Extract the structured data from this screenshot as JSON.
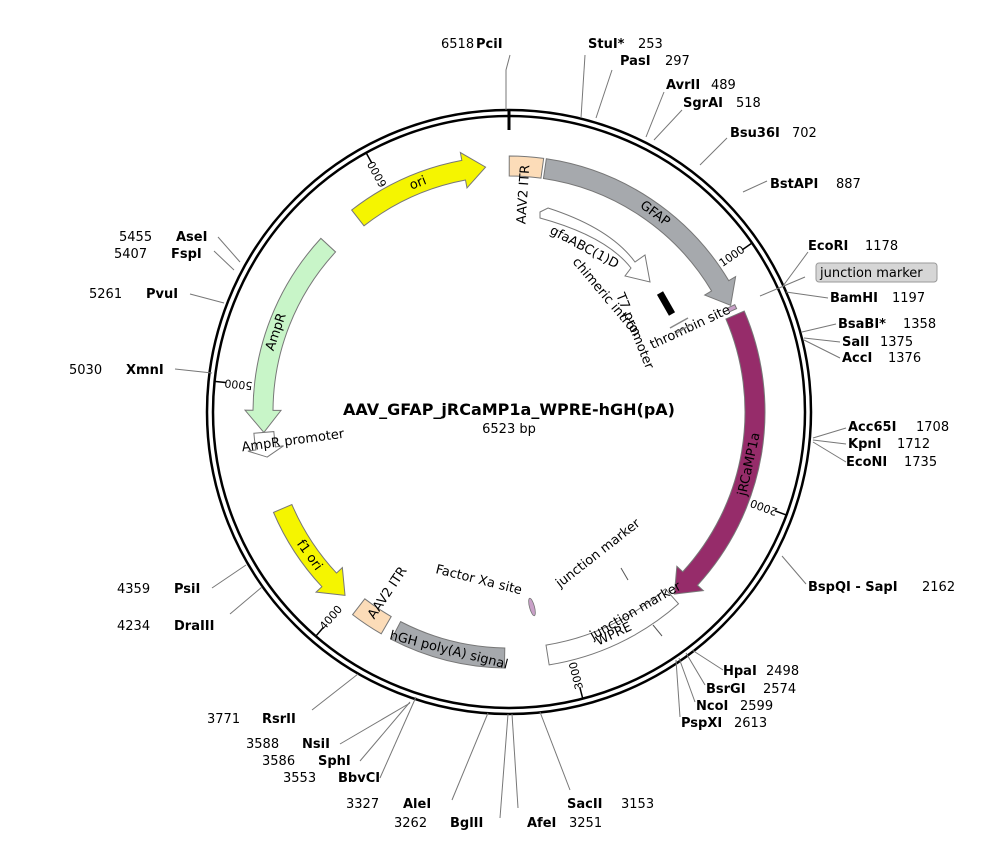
{
  "map": {
    "name": "AAV_GFAP_jRCaMP1a_WPRE-hGH(pA)",
    "length_label": "6523 bp",
    "total_bp": 6523
  },
  "ruler_ticks": [
    {
      "bp": 1000,
      "label": "1000"
    },
    {
      "bp": 2000,
      "label": "2000"
    },
    {
      "bp": 3000,
      "label": "3000"
    },
    {
      "bp": 4000,
      "label": "4000"
    },
    {
      "bp": 5000,
      "label": "5000"
    },
    {
      "bp": 6000,
      "label": "6000"
    }
  ],
  "features": [
    {
      "name": "AAV2 ITR",
      "start": 1,
      "end": 141,
      "color": "#fcdcb8",
      "arrow": false,
      "reverse": false
    },
    {
      "name": "GFAP",
      "start": 152,
      "end": 1165,
      "color": "#a6a9ad",
      "arrow": true,
      "reverse": false
    },
    {
      "name": "thrombin site",
      "start": 1170,
      "end": 1188,
      "color": "#c9a0c8",
      "arrow": false,
      "reverse": false
    },
    {
      "name": "jRCaMP1a",
      "start": 1210,
      "end": 2496,
      "color": "#962c6a",
      "arrow": true,
      "reverse": false
    },
    {
      "name": "WPRE",
      "start": 2510,
      "end": 3098,
      "color": "#ffffff",
      "arrow": false,
      "reverse": false
    },
    {
      "name": "hGH poly(A) signal",
      "start": 3280,
      "end": 3757,
      "color": "#a6a9ad",
      "arrow": false,
      "reverse": false
    },
    {
      "name": "AAV2 ITR",
      "start": 3804,
      "end": 3944,
      "color": "#fcdcb8",
      "arrow": false,
      "reverse": false
    },
    {
      "name": "f1 ori",
      "start": 4019,
      "end": 4474,
      "color": "#f5f500",
      "arrow": true,
      "reverse": true
    },
    {
      "name": "AmpR",
      "start": 4806,
      "end": 5666,
      "color": "#c8f5c8",
      "arrow": true,
      "reverse": true
    },
    {
      "name": "AmpR promoter",
      "start": 4701,
      "end": 4806,
      "color": "#ffffff",
      "arrow": true,
      "reverse": true
    },
    {
      "name": "ori",
      "start": 5836,
      "end": 6424,
      "color": "#f5f500",
      "arrow": true,
      "reverse": false
    }
  ],
  "inner_labels": [
    {
      "text": "gfaABC(1)D"
    },
    {
      "text": "chimeric intron"
    },
    {
      "text": "T7 promoter"
    },
    {
      "text": "junction marker"
    },
    {
      "text": "Factor Xa site"
    },
    {
      "text": "junction marker"
    },
    {
      "text": "junction marker"
    }
  ],
  "sites": [
    {
      "name": "PciI",
      "pos": "6518"
    },
    {
      "name": "StuI*",
      "pos": "253"
    },
    {
      "name": "PasI",
      "pos": "297"
    },
    {
      "name": "AvrII",
      "pos": "489"
    },
    {
      "name": "SgrAI",
      "pos": "518"
    },
    {
      "name": "Bsu36I",
      "pos": "702"
    },
    {
      "name": "BstAPI",
      "pos": "887"
    },
    {
      "name": "EcoRI",
      "pos": "1178"
    },
    {
      "name": "BamHI",
      "pos": "1197"
    },
    {
      "name": "BsaBI*",
      "pos": "1358"
    },
    {
      "name": "SalI",
      "pos": "1375"
    },
    {
      "name": "AccI",
      "pos": "1376"
    },
    {
      "name": "Acc65I",
      "pos": "1708"
    },
    {
      "name": "KpnI",
      "pos": "1712"
    },
    {
      "name": "EcoNI",
      "pos": "1735"
    },
    {
      "name": "BspQI - SapI",
      "pos": "2162"
    },
    {
      "name": "HpaI",
      "pos": "2498"
    },
    {
      "name": "BsrGI",
      "pos": "2574"
    },
    {
      "name": "NcoI",
      "pos": "2599"
    },
    {
      "name": "PspXI",
      "pos": "2613"
    },
    {
      "name": "SacII",
      "pos": "3153"
    },
    {
      "name": "AfeI",
      "pos": "3251"
    },
    {
      "name": "BglII",
      "pos": "3262"
    },
    {
      "name": "AleI",
      "pos": "3327"
    },
    {
      "name": "BbvCI",
      "pos": "3553"
    },
    {
      "name": "SphI",
      "pos": "3586"
    },
    {
      "name": "NsiI",
      "pos": "3588"
    },
    {
      "name": "RsrII",
      "pos": "3771"
    },
    {
      "name": "DraIII",
      "pos": "4234"
    },
    {
      "name": "PsiI",
      "pos": "4359"
    },
    {
      "name": "XmnI",
      "pos": "5030"
    },
    {
      "name": "PvuI",
      "pos": "5261"
    },
    {
      "name": "FspI",
      "pos": "5407"
    },
    {
      "name": "AseI",
      "pos": "5455"
    }
  ]
}
